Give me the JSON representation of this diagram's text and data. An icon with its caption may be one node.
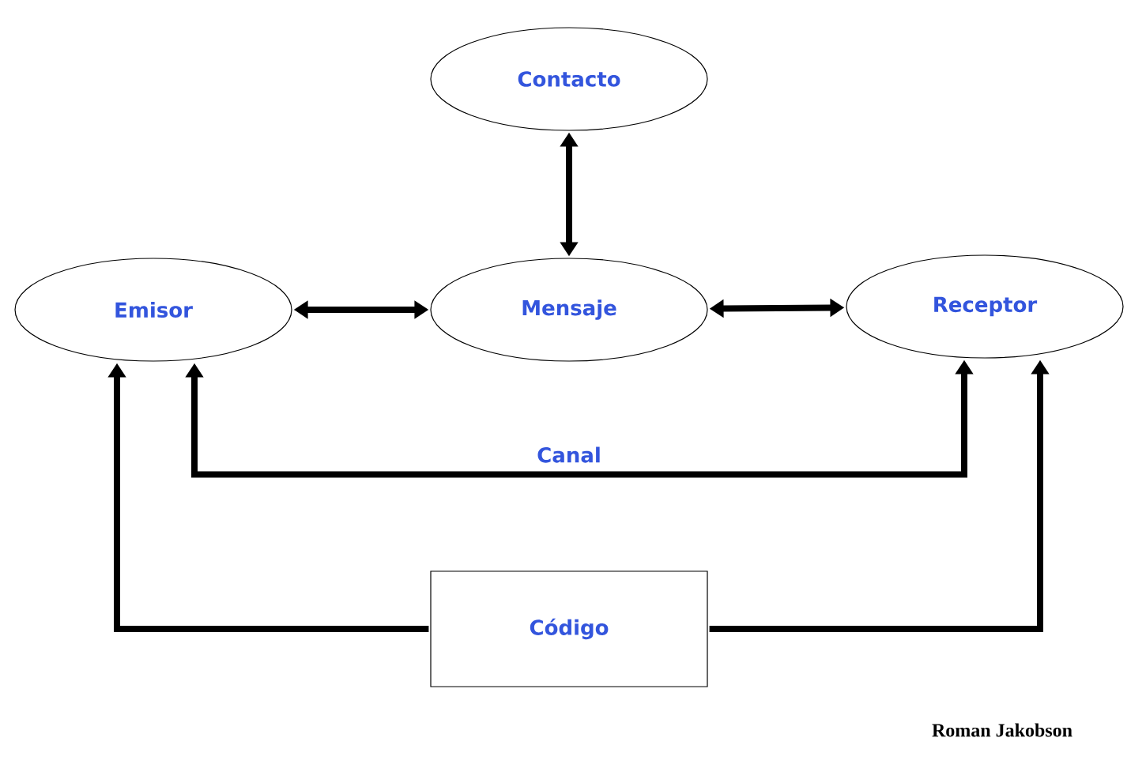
{
  "diagram": {
    "nodes": [
      {
        "text": [
          "Contacto"
        ]
      },
      {
        "text": [
          "Emisor"
        ]
      },
      {
        "text": [
          "Mensaje"
        ]
      },
      {
        "text": [
          "Receptor"
        ]
      },
      {
        "text": [
          "Código"
        ]
      }
    ],
    "edges": [
      {
        "from": 2,
        "to": 0,
        "arrow": "both"
      },
      {
        "from": 1,
        "to": 2,
        "arrow": "both"
      },
      {
        "from": 2,
        "to": 3,
        "arrow": "both"
      },
      {
        "from": 1,
        "to": 3,
        "arrow": "both",
        "label": "Canal"
      },
      {
        "from": 4,
        "to": 1,
        "arrow": "to"
      },
      {
        "from": 4,
        "to": 3,
        "arrow": "to"
      }
    ],
    "labels": [
      "Roman Jakobson"
    ]
  }
}
